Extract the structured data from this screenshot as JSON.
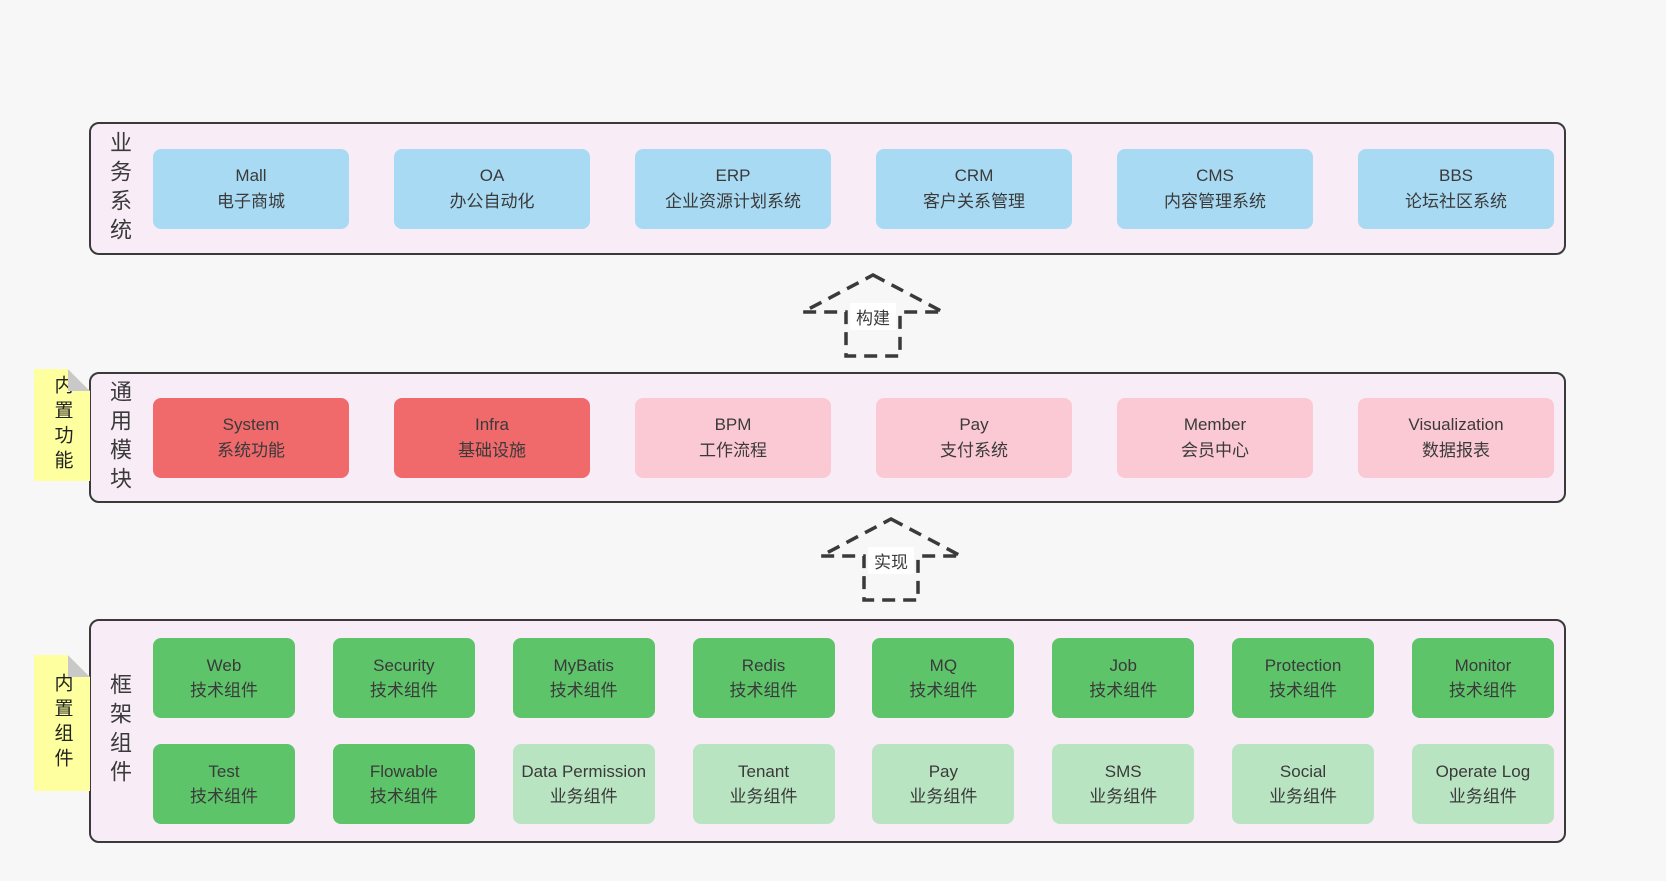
{
  "colors": {
    "page-bg": "#f7f7f7",
    "band-bg": "#f8edf6",
    "band-border": "#3a3a3a",
    "blue": "#a9daf3",
    "red": "#f0696b",
    "pink": "#fbc9d3",
    "green": "#5dc46a",
    "light-green": "#b9e4c1",
    "yellow": "#feff9e",
    "fold-gray": "#c9c9c9",
    "text": "#3a3a3a",
    "arrow": "#3a3a3a"
  },
  "business": {
    "label": "业务系统",
    "boxes": [
      {
        "name": "Mall",
        "desc": "电子商城",
        "variant": "blue"
      },
      {
        "name": "OA",
        "desc": "办公自动化",
        "variant": "blue"
      },
      {
        "name": "ERP",
        "desc": "企业资源计划系统",
        "variant": "blue"
      },
      {
        "name": "CRM",
        "desc": "客户关系管理",
        "variant": "blue"
      },
      {
        "name": "CMS",
        "desc": "内容管理系统",
        "variant": "blue"
      },
      {
        "name": "BBS",
        "desc": "论坛社区系统",
        "variant": "blue"
      }
    ]
  },
  "arrows": {
    "build": {
      "label": "构建"
    },
    "implement": {
      "label": "实现"
    }
  },
  "modules": {
    "label": "通用模块",
    "sticky": "内置功能",
    "boxes": [
      {
        "name": "System",
        "desc": "系统功能",
        "variant": "red"
      },
      {
        "name": "Infra",
        "desc": "基础设施",
        "variant": "red"
      },
      {
        "name": "BPM",
        "desc": "工作流程",
        "variant": "pink"
      },
      {
        "name": "Pay",
        "desc": "支付系统",
        "variant": "pink"
      },
      {
        "name": "Member",
        "desc": "会员中心",
        "variant": "pink"
      },
      {
        "name": "Visualization",
        "desc": "数据报表",
        "variant": "pink"
      }
    ]
  },
  "components": {
    "label": "框架组件",
    "sticky": "内置组件",
    "rows": [
      [
        {
          "name": "Web",
          "desc": "技术组件",
          "variant": "green"
        },
        {
          "name": "Security",
          "desc": "技术组件",
          "variant": "green"
        },
        {
          "name": "MyBatis",
          "desc": "技术组件",
          "variant": "green"
        },
        {
          "name": "Redis",
          "desc": "技术组件",
          "variant": "green"
        },
        {
          "name": "MQ",
          "desc": "技术组件",
          "variant": "green"
        },
        {
          "name": "Job",
          "desc": "技术组件",
          "variant": "green"
        },
        {
          "name": "Protection",
          "desc": "技术组件",
          "variant": "green"
        },
        {
          "name": "Monitor",
          "desc": "技术组件",
          "variant": "green"
        }
      ],
      [
        {
          "name": "Test",
          "desc": "技术组件",
          "variant": "green"
        },
        {
          "name": "Flowable",
          "desc": "技术组件",
          "variant": "green"
        },
        {
          "name": "Data Permission",
          "desc": "业务组件",
          "variant": "light-green"
        },
        {
          "name": "Tenant",
          "desc": "业务组件",
          "variant": "light-green"
        },
        {
          "name": "Pay",
          "desc": "业务组件",
          "variant": "light-green"
        },
        {
          "name": "SMS",
          "desc": "业务组件",
          "variant": "light-green"
        },
        {
          "name": "Social",
          "desc": "业务组件",
          "variant": "light-green"
        },
        {
          "name": "Operate Log",
          "desc": "业务组件",
          "variant": "light-green"
        }
      ]
    ]
  }
}
